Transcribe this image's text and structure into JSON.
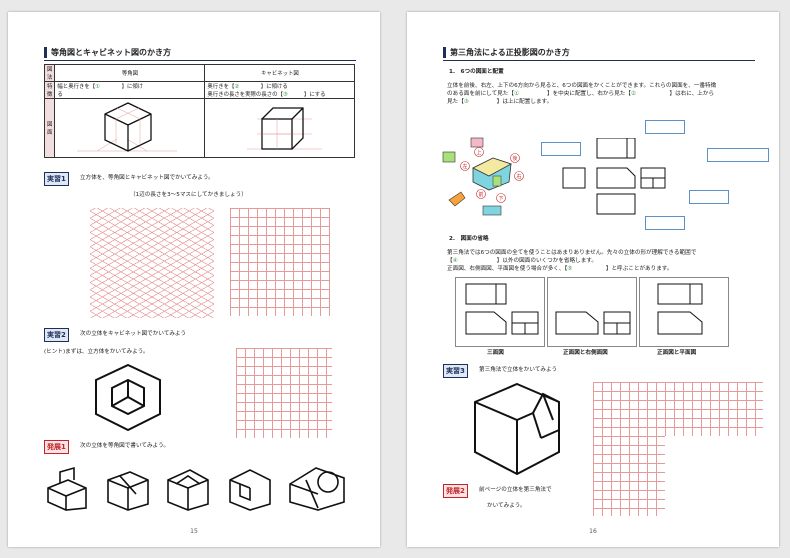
{
  "left": {
    "title": "等角図とキャビネット図のかき方",
    "table": {
      "col_label": "図法",
      "col_iso": "等角図",
      "col_cab": "キャビネット図",
      "row_feature": "特徴",
      "iso_feature_a": "幅と奥行きを【",
      "iso_feature_num": "①",
      "iso_feature_b": "】に傾け",
      "iso_feature_c": "る",
      "cab_feature_a": "奥行きを【",
      "cab_feature_num": "②",
      "cab_feature_b": "】に傾ける",
      "cab_feature_c": "奥行きの長さを実際の長さの【",
      "cab_feature_num2": "③",
      "cab_feature_d": "】にする",
      "row_figure": "図面"
    },
    "ex1": {
      "badge": "実習1",
      "text": "立方体を、等角図とキャビネット図でかいてみよう。",
      "note": "（1辺の長さを3～5マスにしてかきましょう）"
    },
    "ex2": {
      "badge": "実習2",
      "text": "次の立体をキャビネット図でかいてみよう",
      "hint": "(ヒント)まずは、立方体をかいてみよう。"
    },
    "dev1": {
      "badge": "発展1",
      "text": "次の立体を等角図で書いてみよう。"
    },
    "page_num": "15"
  },
  "right": {
    "title": "第三角法による正投影図のかき方",
    "sub1": "1.　6つの図面と配置",
    "para1_a": "立体を前後、右左、上下の6方向から見ると、6つの図面をかくことができます。これらの図面を、一番特徴",
    "para1_b": "のある面を前にして見た【",
    "para1_num1": "①",
    "para1_c": "】を中央に配置し、右から見た【",
    "para1_num2": "②",
    "para1_d": "】は右に、上から",
    "para1_e": "見た【",
    "para1_num3": "③",
    "para1_f": "】は上に配置します。",
    "dir_labels": [
      "上",
      "左",
      "前",
      "右",
      "後",
      "下"
    ],
    "sub2": "2.　図面の省略",
    "para2_a": "第三角法では6つの図面の全てを使うことはあまりありません。先々の立体の形が理解できる範囲で",
    "para2_b": "【",
    "para2_num": "④",
    "para2_c": "】以外の図面のいくつかを省略します。",
    "para2_d": "正面図、右側面図、平面図を使う場合が多く、【",
    "para2_num2": "⑤",
    "para2_e": "】と呼ぶことがあります。",
    "caption_a": "三面図",
    "caption_b": "正面図と右側面図",
    "caption_c": "正面図と平面図",
    "ex3": {
      "badge": "実習3",
      "text": "第三角法で立体をかいてみよう"
    },
    "dev2": {
      "badge": "発展2",
      "text": "前ページの立体を第三角法で",
      "text2": "かいてみよう。"
    },
    "page_num": "16"
  },
  "colors": {
    "accent": "#1f2f5a",
    "grid": "#e79a9a",
    "blank": "#2e9a4b",
    "callout": "#5a92c8"
  }
}
